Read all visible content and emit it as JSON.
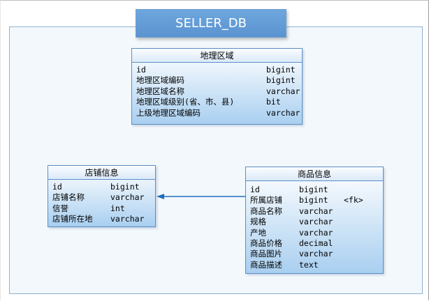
{
  "diagram": {
    "title": "SELLER_DB",
    "colors": {
      "title_fill": "#5b93d0",
      "entity_border": "#5b8fc7",
      "entity_fill": "#a9cff0",
      "frame_border": "#8fb2cf"
    },
    "entities": {
      "region": {
        "name": "地理区域",
        "fields": [
          {
            "name": "id",
            "type": "bigint",
            "note": ""
          },
          {
            "name": "地理区域编码",
            "type": "bigint",
            "note": ""
          },
          {
            "name": "地理区域名称",
            "type": "varchar",
            "note": ""
          },
          {
            "name": "地理区域级别(省、市、县)",
            "type": "bit",
            "note": ""
          },
          {
            "name": "上级地理区域编码",
            "type": "varchar",
            "note": ""
          }
        ]
      },
      "store": {
        "name": "店铺信息",
        "fields": [
          {
            "name": "id",
            "type": "bigint",
            "note": ""
          },
          {
            "name": "店铺名称",
            "type": "varchar",
            "note": ""
          },
          {
            "name": "信誉",
            "type": "int",
            "note": ""
          },
          {
            "name": "店铺所在地",
            "type": "varchar",
            "note": ""
          }
        ]
      },
      "product": {
        "name": "商品信息",
        "fields": [
          {
            "name": "id",
            "type": "bigint",
            "note": ""
          },
          {
            "name": "所属店铺",
            "type": "bigint",
            "note": "<fk>"
          },
          {
            "name": "商品名称",
            "type": "varchar",
            "note": ""
          },
          {
            "name": "规格",
            "type": "varchar",
            "note": ""
          },
          {
            "name": "产地",
            "type": "varchar",
            "note": ""
          },
          {
            "name": "商品价格",
            "type": "decimal",
            "note": ""
          },
          {
            "name": "商品图片",
            "type": "varchar",
            "note": ""
          },
          {
            "name": "商品描述",
            "type": "text",
            "note": ""
          }
        ]
      }
    }
  }
}
